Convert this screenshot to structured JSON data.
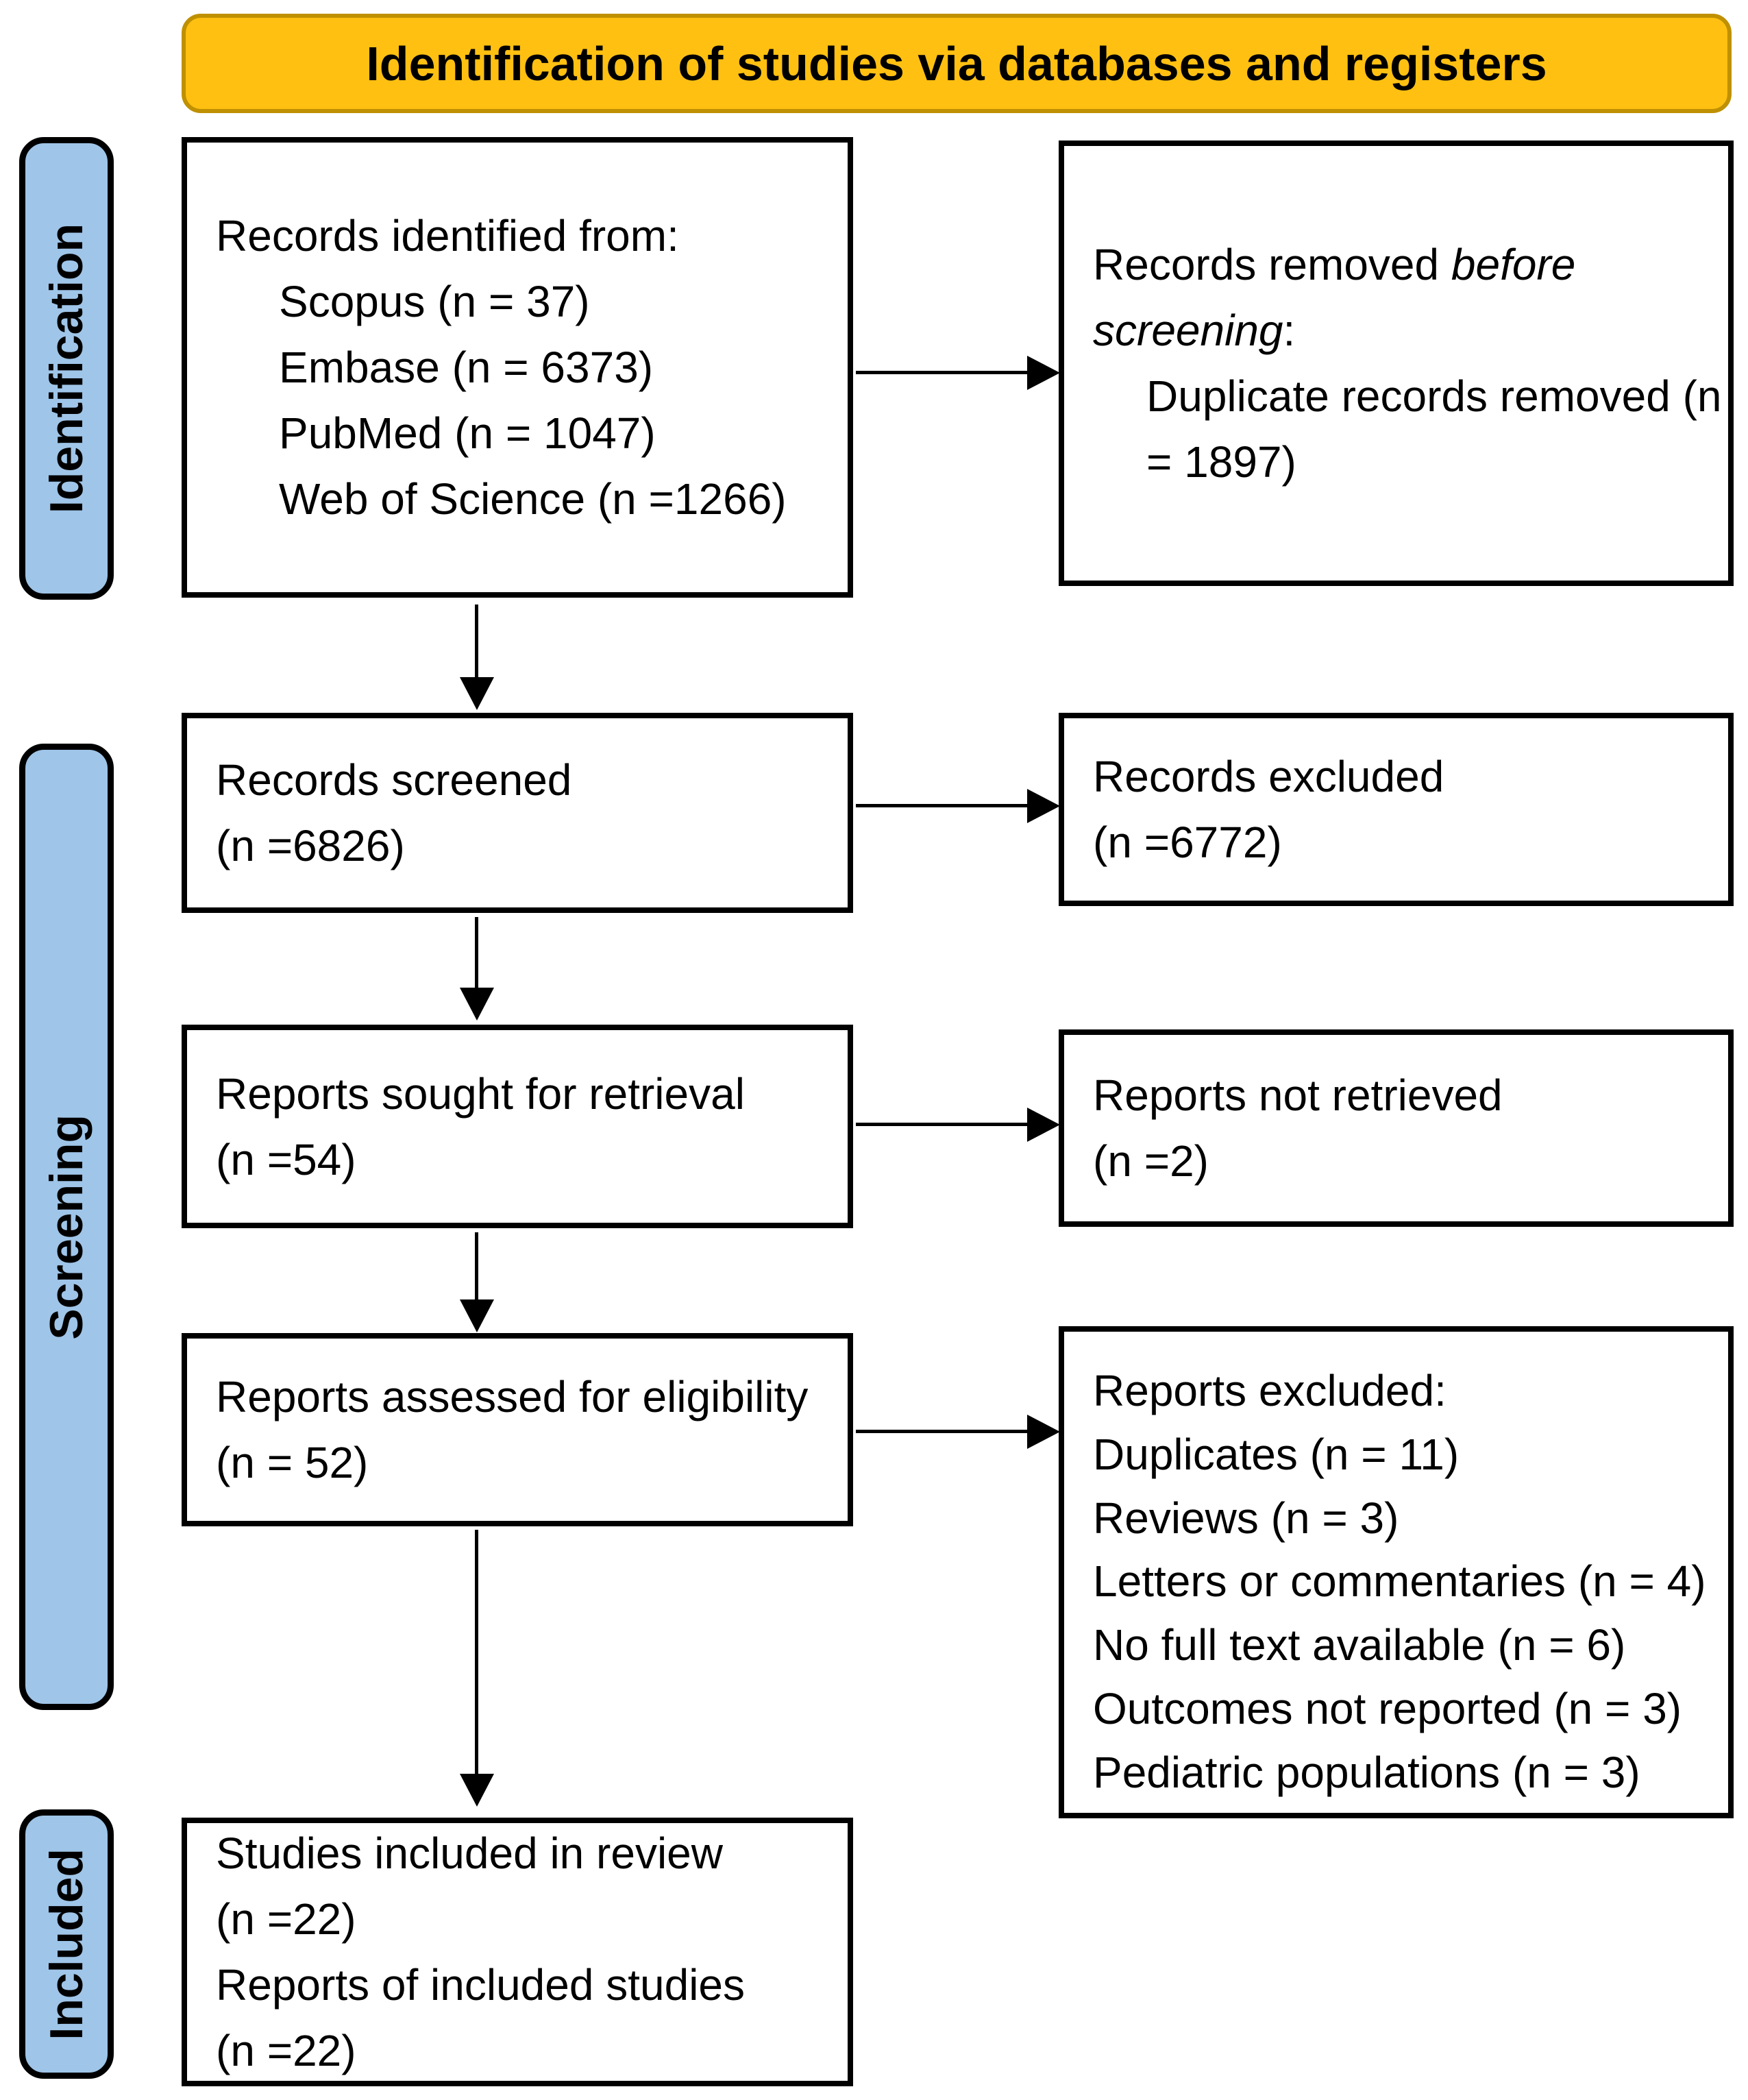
{
  "banner": {
    "title": "Identification of studies via databases and registers"
  },
  "stages": [
    {
      "label": "Identification"
    },
    {
      "label": "Screening"
    },
    {
      "label": "Included"
    }
  ],
  "boxes": {
    "records_identified": {
      "title": "Records identified from:",
      "items": [
        "Scopus (n = 37)",
        "Embase (n = 6373)",
        "PubMed (n = 1047)",
        "Web of Science (n =1266)"
      ]
    },
    "records_removed": {
      "text_normal": "Records removed ",
      "text_italic": "before screening",
      "text_colon": ":",
      "items": [
        "Duplicate records removed (n = 1897)"
      ]
    },
    "records_screened": {
      "line1": "Records screened",
      "line2": "(n =6826)"
    },
    "records_excluded": {
      "line1": "Records excluded",
      "line2": "(n =6772)"
    },
    "reports_sought": {
      "line1": "Reports sought for retrieval",
      "line2": "(n =54)"
    },
    "reports_not_retrieved": {
      "line1": "Reports not retrieved",
      "line2": "(n =2)"
    },
    "reports_assessed": {
      "line1": "Reports assessed for eligibility",
      "line2": "(n = 52)"
    },
    "reports_excluded": {
      "title": "Reports excluded:",
      "items": [
        "Duplicates (n = 11)",
        "Reviews (n = 3)",
        "Letters or commentaries (n = 4)",
        "No full text available (n = 6)",
        "Outcomes not reported (n = 3)",
        "Pediatric populations (n = 3)"
      ]
    },
    "studies_included": {
      "lines": [
        "Studies included in review",
        "(n =22)",
        "Reports of included studies",
        "(n =22)"
      ]
    }
  },
  "colors": {
    "banner_fill": "#FFC012",
    "banner_border": "#BF9000",
    "stage_fill": "#9FC5E8",
    "box_border": "#000000"
  }
}
